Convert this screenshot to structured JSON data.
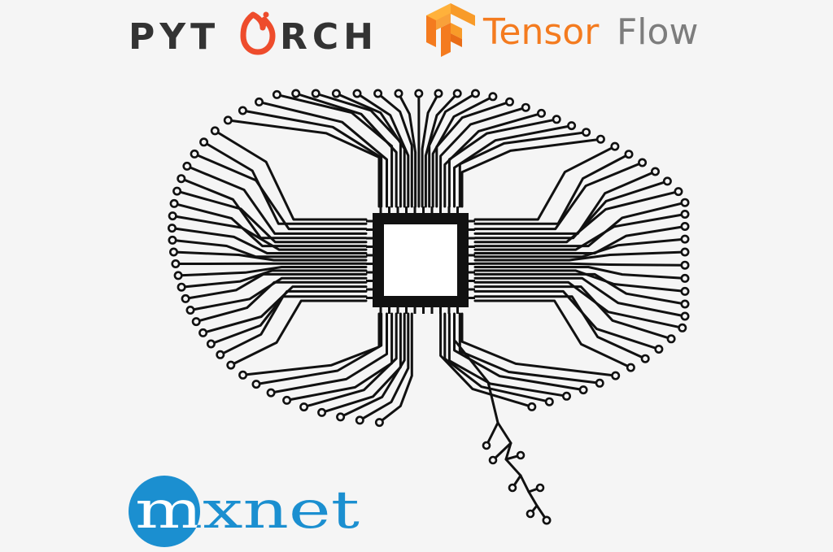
{
  "logos": {
    "pytorch": {
      "text_left": "PYT",
      "text_o": "O",
      "text_right": "RCH",
      "text_color": "#333333",
      "flame_color": "#ee4c2c"
    },
    "tensorflow": {
      "text_tensor": "Tensor",
      "text_flow": "Flow",
      "tensor_color": "#f47b1f",
      "flow_color": "#7d7d7d"
    },
    "mxnet": {
      "text": "mxnet",
      "color": "#1b8fd0"
    }
  },
  "illustration": {
    "icon": "circuit-brain-icon",
    "chip": "microchip-icon",
    "line_color": "#111111"
  }
}
